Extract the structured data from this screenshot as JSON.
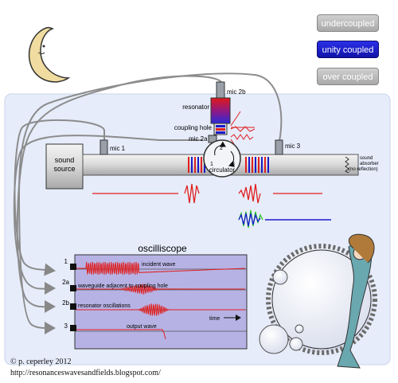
{
  "buttons": {
    "undercoupled": "undercoupled",
    "unity_coupled": "unity coupled",
    "over_coupled": "over coupled"
  },
  "labels": {
    "mic_2b": "mic 2b",
    "resonator": "resonator",
    "coupling_hole": "coupling hole",
    "mic_2a": "mic 2a",
    "mic_1": "mic 1",
    "mic_3": "mic 3",
    "sound_source_line1": "sound",
    "sound_source_line2": "source",
    "circulator": "circulator",
    "circ_port_1": "1",
    "circ_port_2": "2",
    "circ_port_3": "3",
    "absorber_line1": "sound",
    "absorber_line2": "absorber",
    "absorber_line3": "(no reflection)"
  },
  "oscilloscope": {
    "title": "oscilliscope",
    "channels": [
      {
        "id": "1",
        "label": "incident wave"
      },
      {
        "id": "2a",
        "label": "waveguide adjacent to coupling hole"
      },
      {
        "id": "2b",
        "label": "resonator oscillations"
      },
      {
        "id": "3",
        "label": "output wave"
      }
    ],
    "time_label": "time"
  },
  "credits": {
    "copyright": "© p. ceperley 2012",
    "url": "http://resonanceswavesandfields.blogspot.com/"
  },
  "colors": {
    "incident": "#e02020",
    "resonator": "#1a1acc",
    "output": "#22cc22",
    "panel": "#e6ecfa",
    "scope": "#b7b2e4"
  }
}
